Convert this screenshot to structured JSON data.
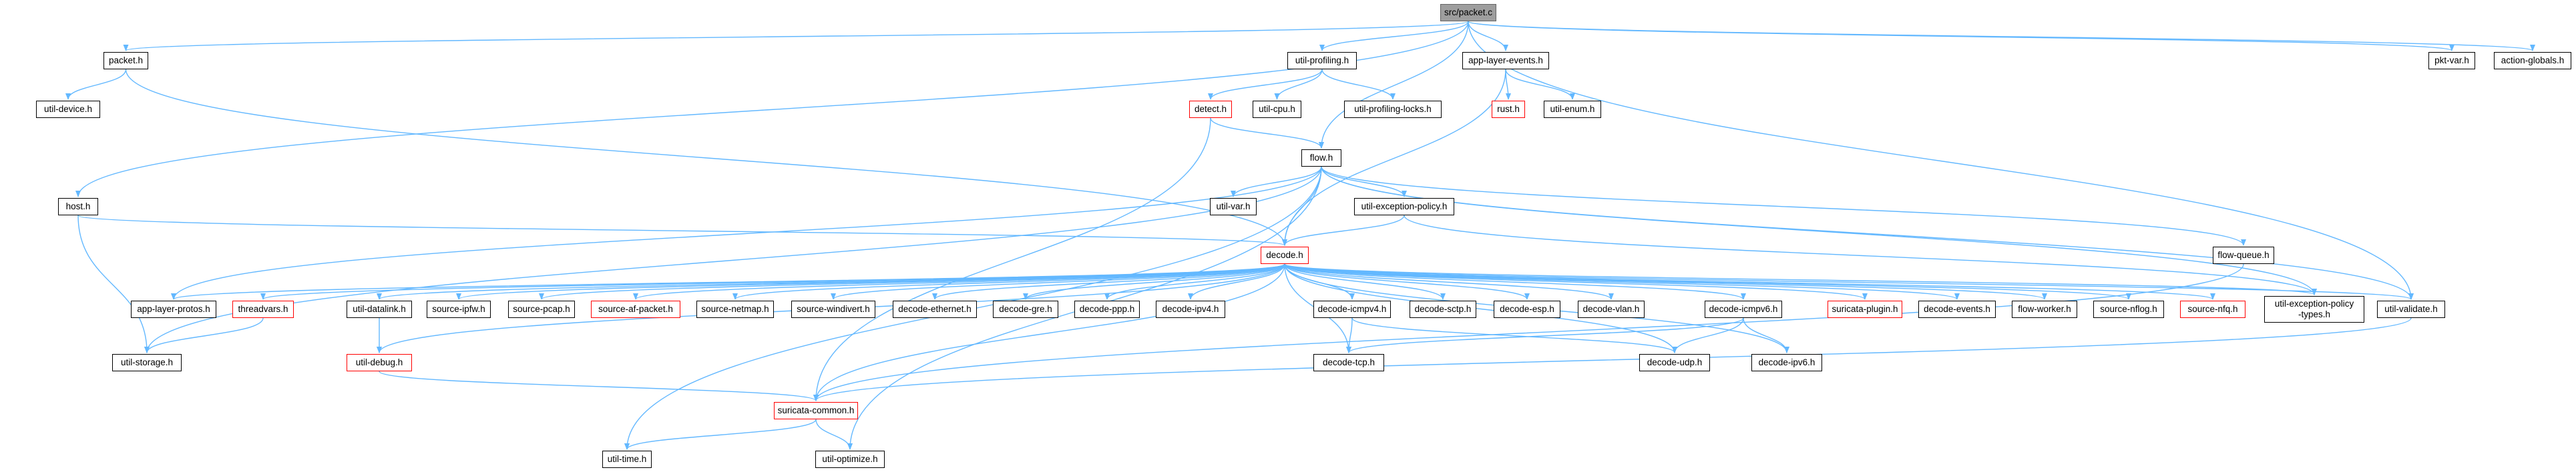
{
  "colors": {
    "edge": "#63b8ff",
    "node_border": "#000000",
    "highlight_border": "#ff0000",
    "root_fill": "#9e9e9e"
  },
  "nodes": {
    "src_packet_c": "src/packet.c",
    "packet_h": "packet.h",
    "util_device_h": "util-device.h",
    "host_h": "host.h",
    "util_profiling_h": "util-profiling.h",
    "detect_h": "detect.h",
    "util_cpu_h": "util-cpu.h",
    "util_profiling_locks_h": "util-profiling-locks.h",
    "app_layer_events_h": "app-layer-events.h",
    "rust_h": "rust.h",
    "util_enum_h": "util-enum.h",
    "pkt_var_h": "pkt-var.h",
    "action_globals_h": "action-globals.h",
    "flow_h": "flow.h",
    "util_var_h": "util-var.h",
    "util_exception_policy_h": "util-exception-policy.h",
    "flow_queue_h": "flow-queue.h",
    "decode_h": "decode.h",
    "app_layer_protos_h": "app-layer-protos.h",
    "threadvars_h": "threadvars.h",
    "util_datalink_h": "util-datalink.h",
    "source_ipfw_h": "source-ipfw.h",
    "source_pcap_h": "source-pcap.h",
    "source_af_packet_h": "source-af-packet.h",
    "source_netmap_h": "source-netmap.h",
    "source_windivert_h": "source-windivert.h",
    "decode_ethernet_h": "decode-ethernet.h",
    "decode_gre_h": "decode-gre.h",
    "decode_ppp_h": "decode-ppp.h",
    "decode_ipv4_h": "decode-ipv4.h",
    "decode_icmpv4_h": "decode-icmpv4.h",
    "decode_sctp_h": "decode-sctp.h",
    "decode_esp_h": "decode-esp.h",
    "decode_vlan_h": "decode-vlan.h",
    "decode_icmpv6_h": "decode-icmpv6.h",
    "suricata_plugin_h": "suricata-plugin.h",
    "decode_events_h": "decode-events.h",
    "flow_worker_h": "flow-worker.h",
    "source_nflog_h": "source-nflog.h",
    "source_nfq_h": "source-nfq.h",
    "util_exception_policy_types_h_1": "util-exception-policy",
    "util_exception_policy_types_h_2": "-types.h",
    "util_validate_h": "util-validate.h",
    "util_storage_h": "util-storage.h",
    "util_debug_h": "util-debug.h",
    "decode_tcp_h": "decode-tcp.h",
    "decode_udp_h": "decode-udp.h",
    "decode_ipv6_h": "decode-ipv6.h",
    "suricata_common_h": "suricata-common.h",
    "util_time_h": "util-time.h",
    "util_optimize_h": "util-optimize.h"
  }
}
